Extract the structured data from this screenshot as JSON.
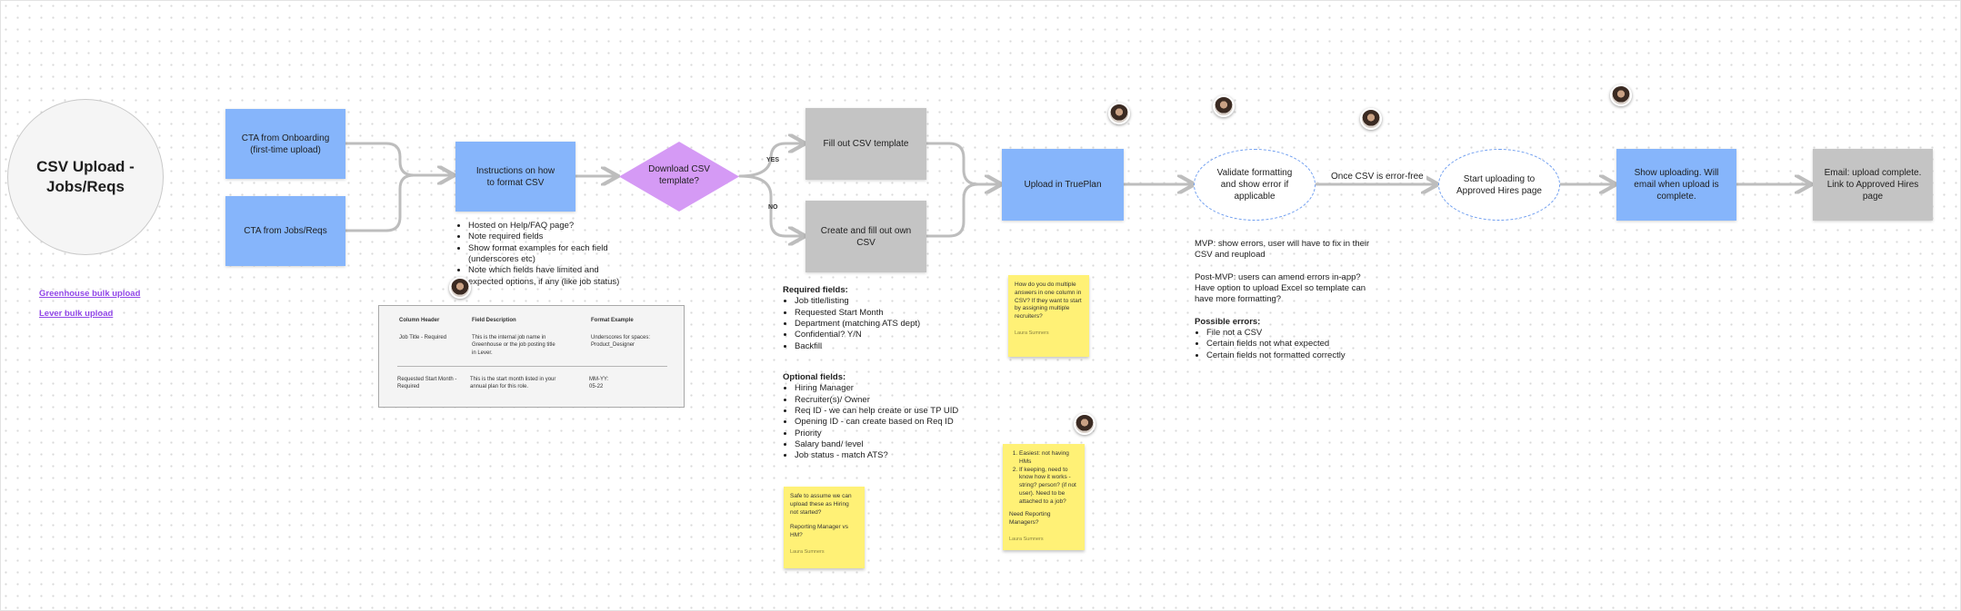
{
  "title": "CSV Upload - Jobs/Reqs",
  "links": [
    "Greenhouse bulk upload",
    "Lever bulk upload"
  ],
  "nodes": {
    "cta_onboarding": "CTA from Onboarding (first-time upload)",
    "cta_jobs": "CTA from Jobs/Reqs",
    "instructions": "Instructions on how to format CSV",
    "decision": "Download CSV template?",
    "fill_template": "Fill out CSV template",
    "create_own": "Create and fill out own CSV",
    "upload": "Upload in TruePlan",
    "validate": "Validate formatting and show error if applicable",
    "start_uploading": "Start uploading to Approved Hires page",
    "show_uploading": "Show uploading. Will email when upload is complete.",
    "email": "Email: upload complete. Link to Approved Hires page"
  },
  "edge_labels": {
    "yes": "YES",
    "no": "NO",
    "error_free": "Once CSV is error-free"
  },
  "instruction_notes": [
    "Hosted on Help/FAQ page?",
    "Note required fields",
    "Show format examples for each field (underscores etc)",
    "Note which fields have limited and expected options, if any (like job status)"
  ],
  "table": {
    "headers": [
      "Column Header",
      "Field Description",
      "Format Example"
    ],
    "rows": [
      [
        "Job Title - Required",
        "This is the internal job name in Greenhouse or the job posting title in Lever.",
        "Underscores for spaces: Product_Designer"
      ],
      [
        "Requested Start Month - Required",
        "This is the start month listed in your annual plan for this role.",
        "MM-YY: 05-22"
      ]
    ]
  },
  "required_fields": {
    "heading": "Required fields:",
    "items": [
      "Job title/listing",
      "Requested Start Month",
      "Department (matching ATS dept)",
      "Confidential? Y/N",
      "Backfill"
    ]
  },
  "optional_fields": {
    "heading": "Optional fields:",
    "items": [
      "Hiring Manager",
      "Recruiter(s)/ Owner",
      "Req ID - we can help create or use TP UID",
      "Opening ID - can create based on Req ID",
      "Priority",
      "Salary band/ level",
      "Job status - match ATS?"
    ]
  },
  "mvp_notes": {
    "mvp": "MVP: show errors, user will have to fix in their CSV and reupload",
    "post_mvp": "Post-MVP: users can amend errors in-app? Have option to upload Excel so template can have more formatting?",
    "errors_heading": "Possible errors:",
    "errors": [
      "File not a CSV",
      "Certain fields not what expected",
      "Certain fields not formatted correctly"
    ]
  },
  "stickies": {
    "s1": {
      "text": "Safe to assume we can upload these as Hiring not started?",
      "text2": "Reporting Manager vs HM?",
      "author": "Laura Sumners"
    },
    "s2": {
      "text": "How do you do multiple answers in one column in CSV? If they want to start by assigning multiple recruiters?",
      "author": "Laura Sumners"
    },
    "s3": {
      "items": [
        "Easiest: not having HMs",
        "If keeping, need to know how it works - string? person? (if not user). Need to be attached to a job?"
      ],
      "text": "Need Reporting Managers?",
      "author": "Laura Sumners"
    }
  },
  "colors": {
    "process": "#86b5fb",
    "decision": "#d59af5",
    "gray_step": "#c4c4c4",
    "sticky": "#fff176",
    "link": "#9146e8",
    "oval_border": "#6f9ef0"
  }
}
